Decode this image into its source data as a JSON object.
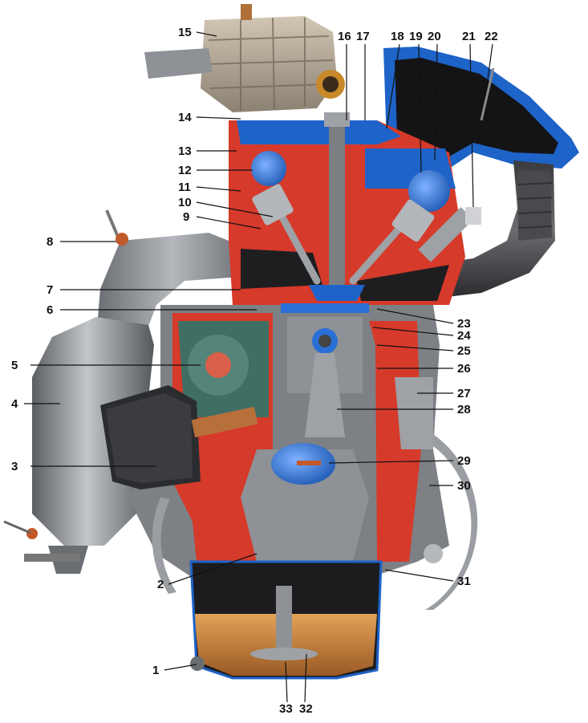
{
  "diagram": {
    "callouts": [
      {
        "id": "1",
        "label": "1"
      },
      {
        "id": "2",
        "label": "2"
      },
      {
        "id": "3",
        "label": "3"
      },
      {
        "id": "4",
        "label": "4"
      },
      {
        "id": "5",
        "label": "5"
      },
      {
        "id": "6",
        "label": "6"
      },
      {
        "id": "7",
        "label": "7"
      },
      {
        "id": "8",
        "label": "8"
      },
      {
        "id": "9",
        "label": "9"
      },
      {
        "id": "10",
        "label": "10"
      },
      {
        "id": "11",
        "label": "11"
      },
      {
        "id": "12",
        "label": "12"
      },
      {
        "id": "13",
        "label": "13"
      },
      {
        "id": "14",
        "label": "14"
      },
      {
        "id": "15",
        "label": "15"
      },
      {
        "id": "16",
        "label": "16"
      },
      {
        "id": "17",
        "label": "17"
      },
      {
        "id": "18",
        "label": "18"
      },
      {
        "id": "19",
        "label": "19"
      },
      {
        "id": "20",
        "label": "20"
      },
      {
        "id": "21",
        "label": "21"
      },
      {
        "id": "22",
        "label": "22"
      },
      {
        "id": "23",
        "label": "23"
      },
      {
        "id": "24",
        "label": "24"
      },
      {
        "id": "25",
        "label": "25"
      },
      {
        "id": "26",
        "label": "26"
      },
      {
        "id": "27",
        "label": "27"
      },
      {
        "id": "28",
        "label": "28"
      },
      {
        "id": "29",
        "label": "29"
      },
      {
        "id": "30",
        "label": "30"
      },
      {
        "id": "31",
        "label": "31"
      },
      {
        "id": "32",
        "label": "32"
      },
      {
        "id": "33",
        "label": "33"
      }
    ]
  },
  "colors": {
    "coolant": "#d63a2a",
    "coolant_dark": "#a9261b",
    "metal": "#8e9196",
    "metal_dark": "#5f6268",
    "intake": "#1e63c8",
    "intake_dark": "#0d3f8c",
    "oil": "#c9803c",
    "oil_dark": "#9a5a24",
    "black": "#1c1c1e",
    "green": "#3f6f64",
    "piston_blue": "#2a6fd6"
  }
}
